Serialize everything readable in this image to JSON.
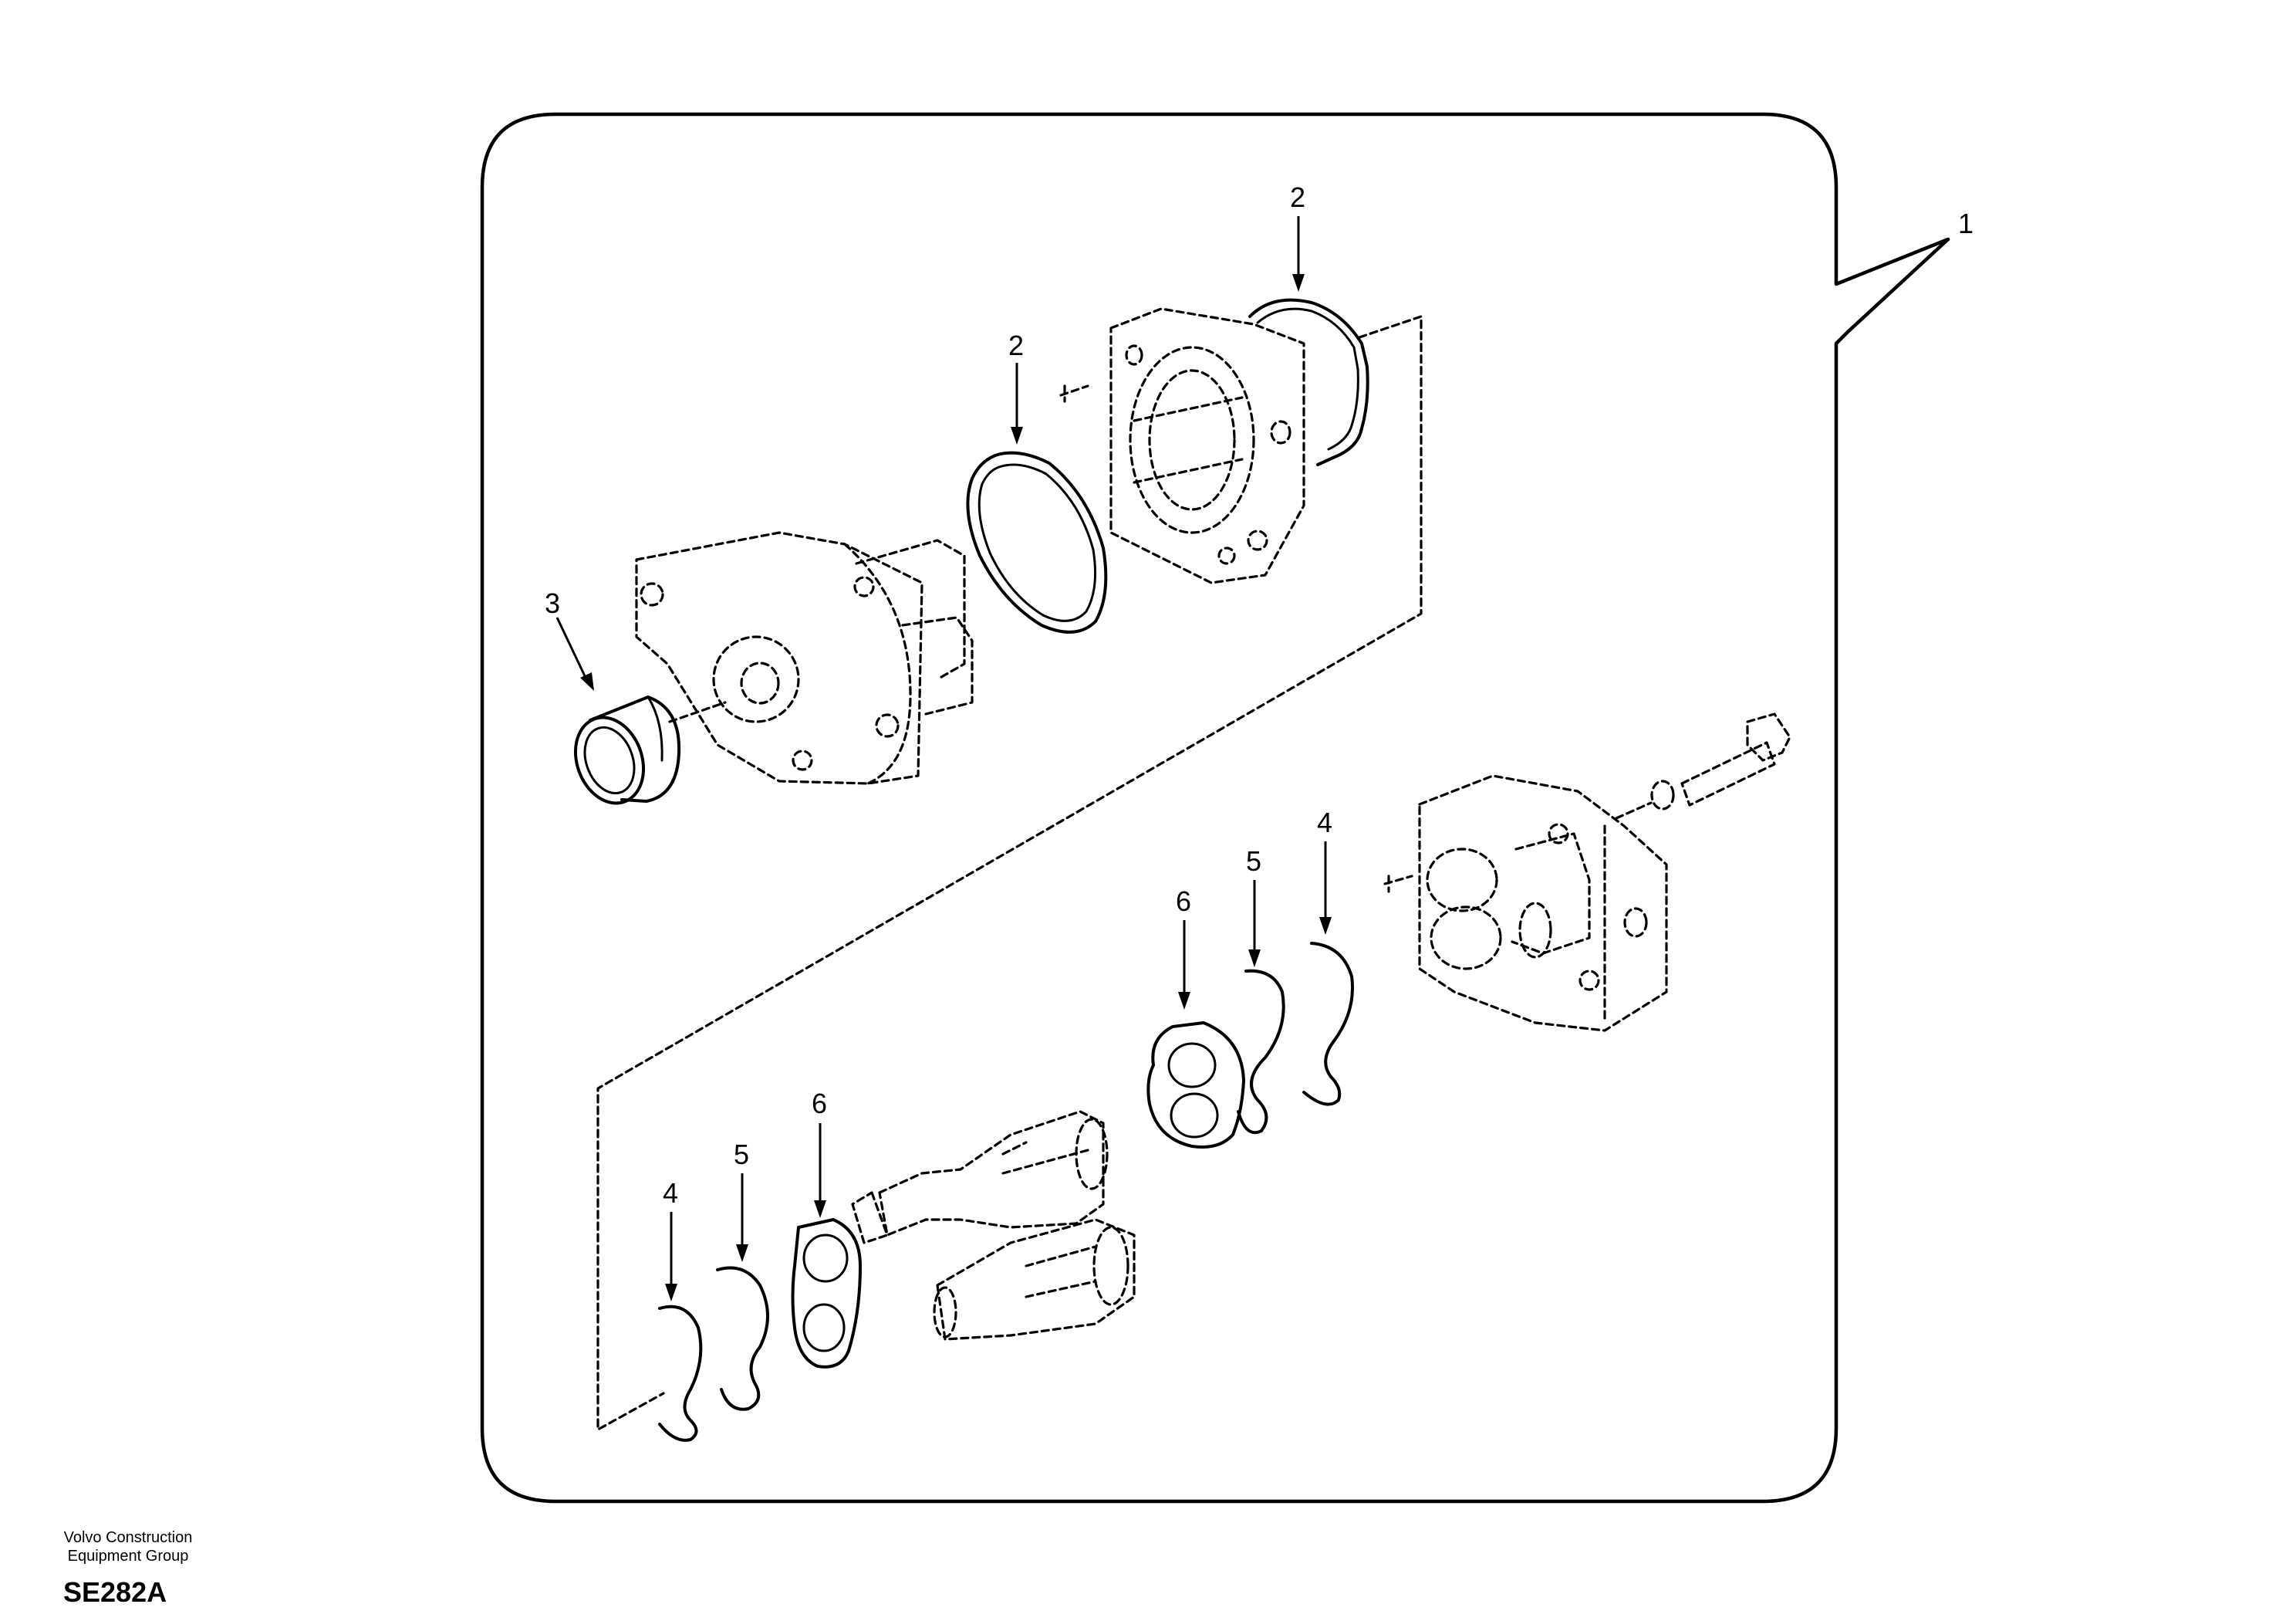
{
  "callouts": {
    "kit": "1",
    "oring_upper": "2",
    "oring_middle": "2",
    "seal": "3",
    "snap_ring_right": "4",
    "backup_ring_right": "5",
    "wear_plate_right": "6",
    "wear_plate_left": "6",
    "backup_ring_left": "5",
    "snap_ring_left": "4"
  },
  "footer": {
    "company_line1": "Volvo Construction",
    "company_line2": "Equipment Group",
    "figure_code": "SE282A"
  }
}
